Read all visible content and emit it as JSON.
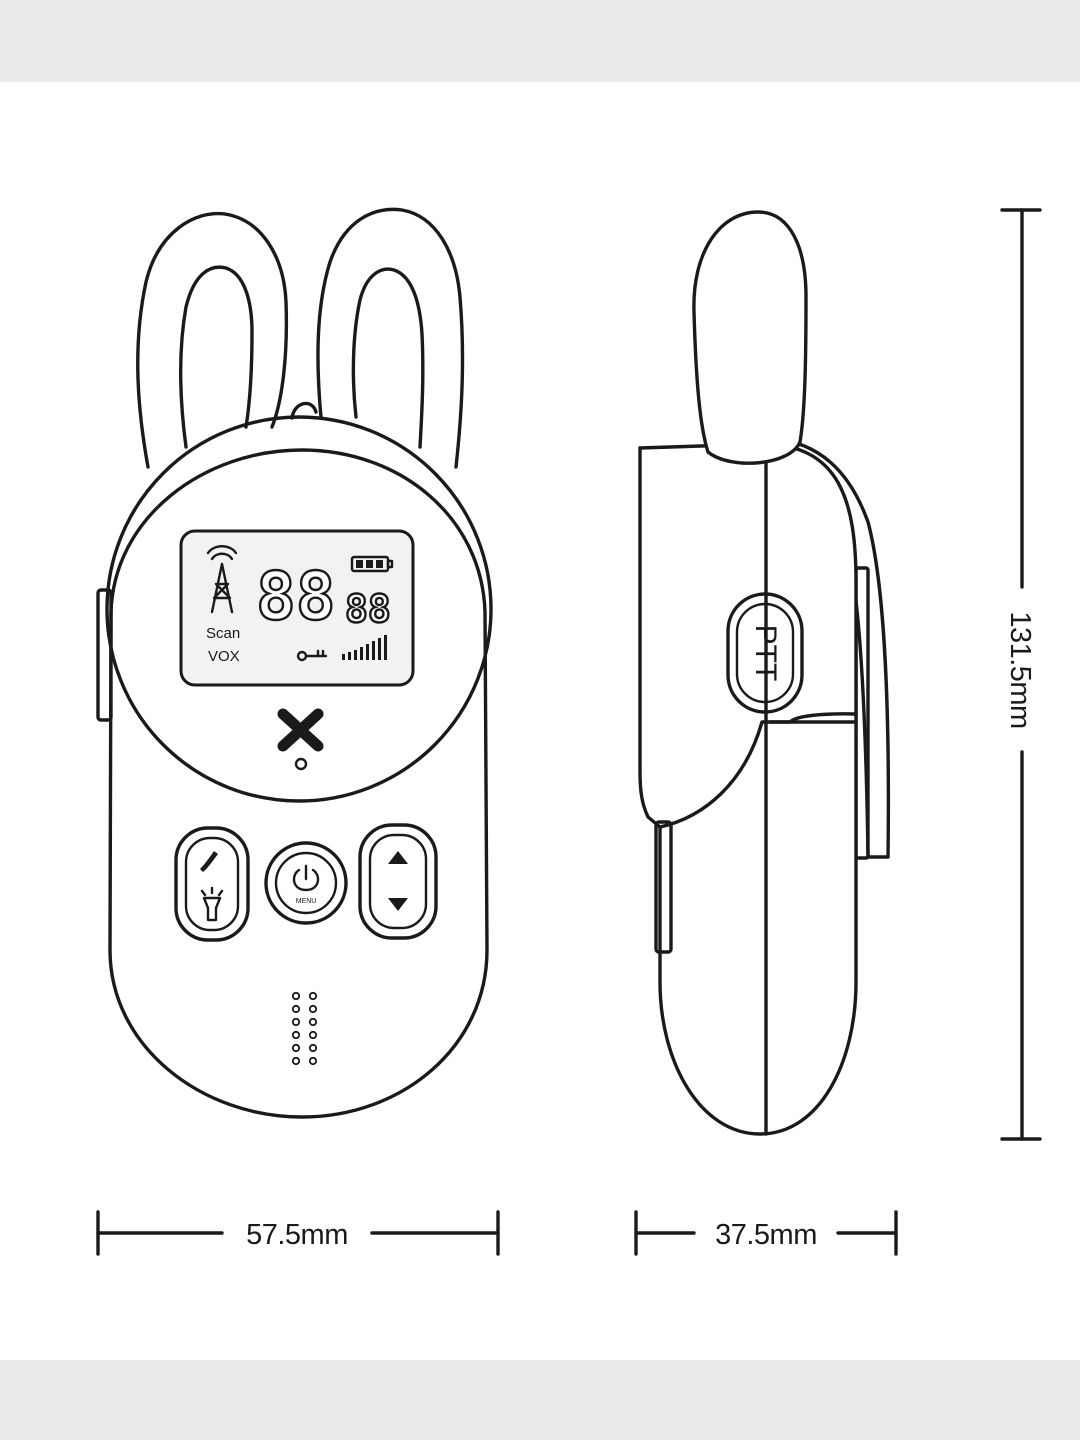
{
  "figure": {
    "lcd": {
      "big_digits": "88",
      "small_digits": "88",
      "scan_label": "Scan",
      "vox_label": "VOX"
    },
    "buttons": {
      "menu_label": "MENU"
    },
    "side_label": "PTT",
    "dimensions": {
      "width": "57.5mm",
      "depth": "37.5mm",
      "height": "131.5mm"
    },
    "colors": {
      "line": "#1a1a1a",
      "background": "#ffffff",
      "border": "#ebebeb"
    }
  }
}
